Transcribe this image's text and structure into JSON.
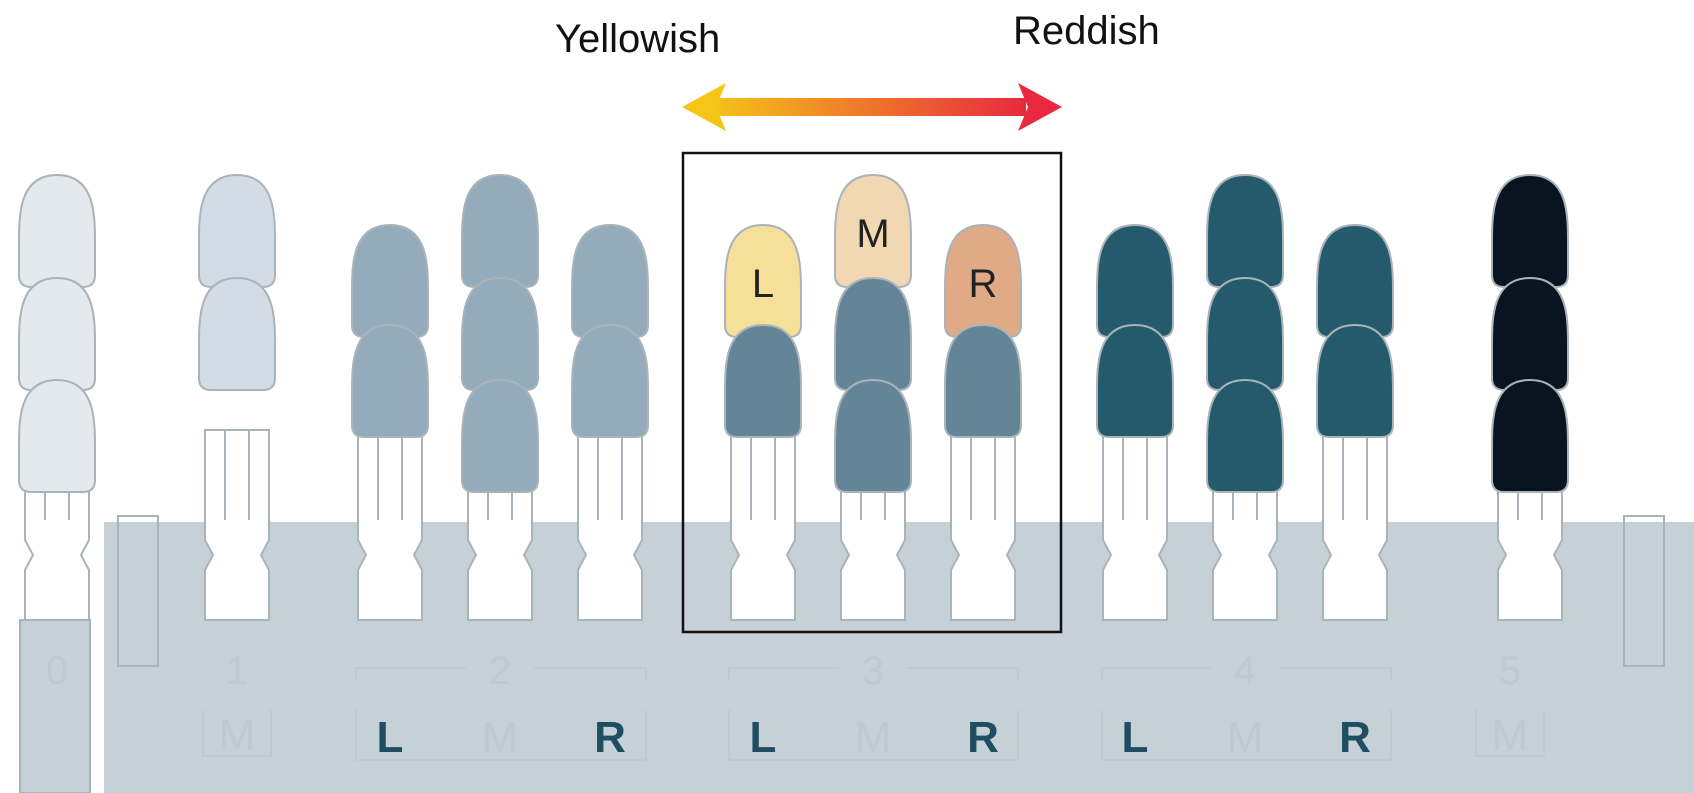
{
  "labels": {
    "left": "Yellowish",
    "right": "Reddish"
  },
  "colors": {
    "yellowish": "#f5c518",
    "reddish": "#e8293f",
    "base": "#c5d0d7",
    "outline": "#a9b3ba",
    "shade0": "#e4e9ee",
    "shade1": "#d3dce4",
    "shade2": "#93abbb",
    "shade3": "#638597",
    "shade4": "#245a6c",
    "shade5": "#08141f",
    "toneL": "#f6df98",
    "toneM": "#f1d7b2",
    "toneR": "#e1aa87",
    "label_active": "#1f4d61",
    "label_inactive": "#c0c9d1",
    "highlight_box": "#111111"
  },
  "groups": [
    {
      "number": "0",
      "letters": []
    },
    {
      "number": "1",
      "letters": [
        {
          "text": "M",
          "active": false
        }
      ]
    },
    {
      "number": "2",
      "letters": [
        {
          "text": "L",
          "active": true
        },
        {
          "text": "M",
          "active": false
        },
        {
          "text": "R",
          "active": true
        }
      ]
    },
    {
      "number": "3",
      "letters": [
        {
          "text": "L",
          "active": true
        },
        {
          "text": "M",
          "active": false
        },
        {
          "text": "R",
          "active": true
        }
      ]
    },
    {
      "number": "4",
      "letters": [
        {
          "text": "L",
          "active": true
        },
        {
          "text": "M",
          "active": false
        },
        {
          "text": "R",
          "active": true
        }
      ]
    },
    {
      "number": "5",
      "letters": [
        {
          "text": "M",
          "active": false
        }
      ]
    }
  ],
  "tooth_letters": {
    "L": "L",
    "M": "M",
    "R": "R"
  },
  "highlighted_group": "3"
}
